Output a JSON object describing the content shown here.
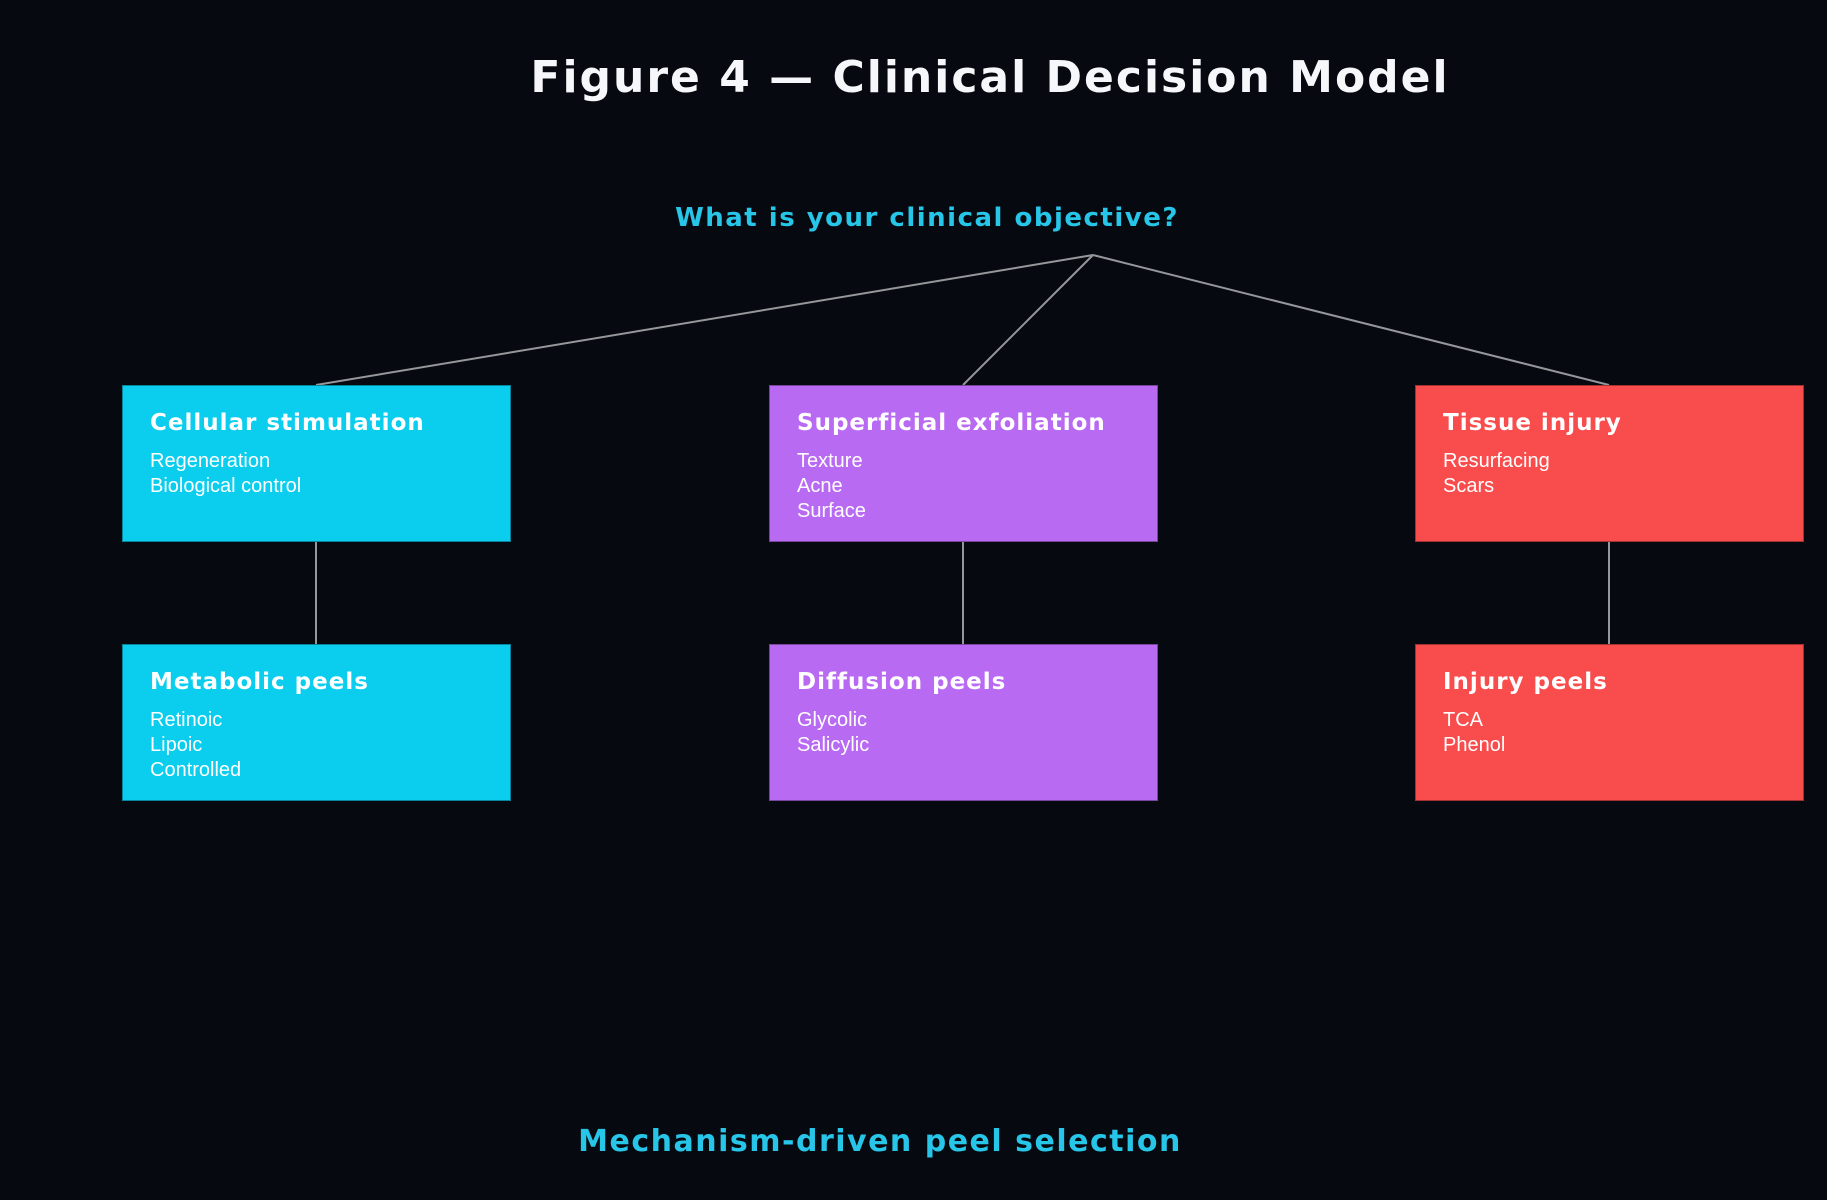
{
  "figure": {
    "title": "Figure 4 — Clinical Decision Model",
    "question": "What is your clinical objective?",
    "footer": "Mechanism-driven peel selection"
  },
  "colors": {
    "background": "#060a10",
    "title_text": "#f5f7fa",
    "accent_text": "#27c6e9",
    "node_text": "#ffffff",
    "connector_line": "#95979a",
    "branch_cyan": "#0bcdee",
    "branch_purple": "#b96af2",
    "branch_red": "#f94c4c"
  },
  "tree": {
    "branches": [
      {
        "name": "cellular-stimulation",
        "color": "#0bcdee",
        "objective": {
          "title": "Cellular stimulation",
          "items": [
            "Regeneration",
            "Biological control"
          ]
        },
        "peel": {
          "title": "Metabolic peels",
          "items": [
            "Retinoic",
            "Lipoic",
            "Controlled"
          ]
        }
      },
      {
        "name": "superficial-exfoliation",
        "color": "#b96af2",
        "objective": {
          "title": "Superficial exfoliation",
          "items": [
            "Texture",
            "Acne",
            "Surface"
          ]
        },
        "peel": {
          "title": "Diffusion peels",
          "items": [
            "Glycolic",
            "Salicylic"
          ]
        }
      },
      {
        "name": "tissue-injury",
        "color": "#f94c4c",
        "objective": {
          "title": "Tissue injury",
          "items": [
            "Resurfacing",
            "Scars"
          ]
        },
        "peel": {
          "title": "Injury peels",
          "items": [
            "TCA",
            "Phenol"
          ]
        }
      }
    ]
  }
}
